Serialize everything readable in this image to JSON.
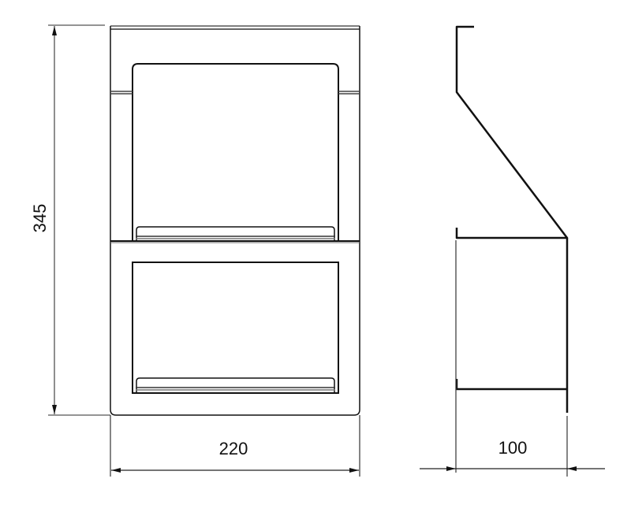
{
  "drawing": {
    "type": "technical-dimension-drawing",
    "subject": "wall-mounted two-tier shelf holder",
    "views": [
      {
        "name": "front-view"
      },
      {
        "name": "side-view"
      }
    ],
    "dimensions": {
      "height": {
        "label": "345",
        "orientation": "vertical",
        "view": "front"
      },
      "width": {
        "label": "220",
        "orientation": "horizontal",
        "view": "front"
      },
      "depth": {
        "label": "100",
        "orientation": "horizontal",
        "view": "side"
      }
    },
    "colors": {
      "line": "#111111",
      "dim_line": "#333333",
      "background": "#ffffff"
    }
  }
}
